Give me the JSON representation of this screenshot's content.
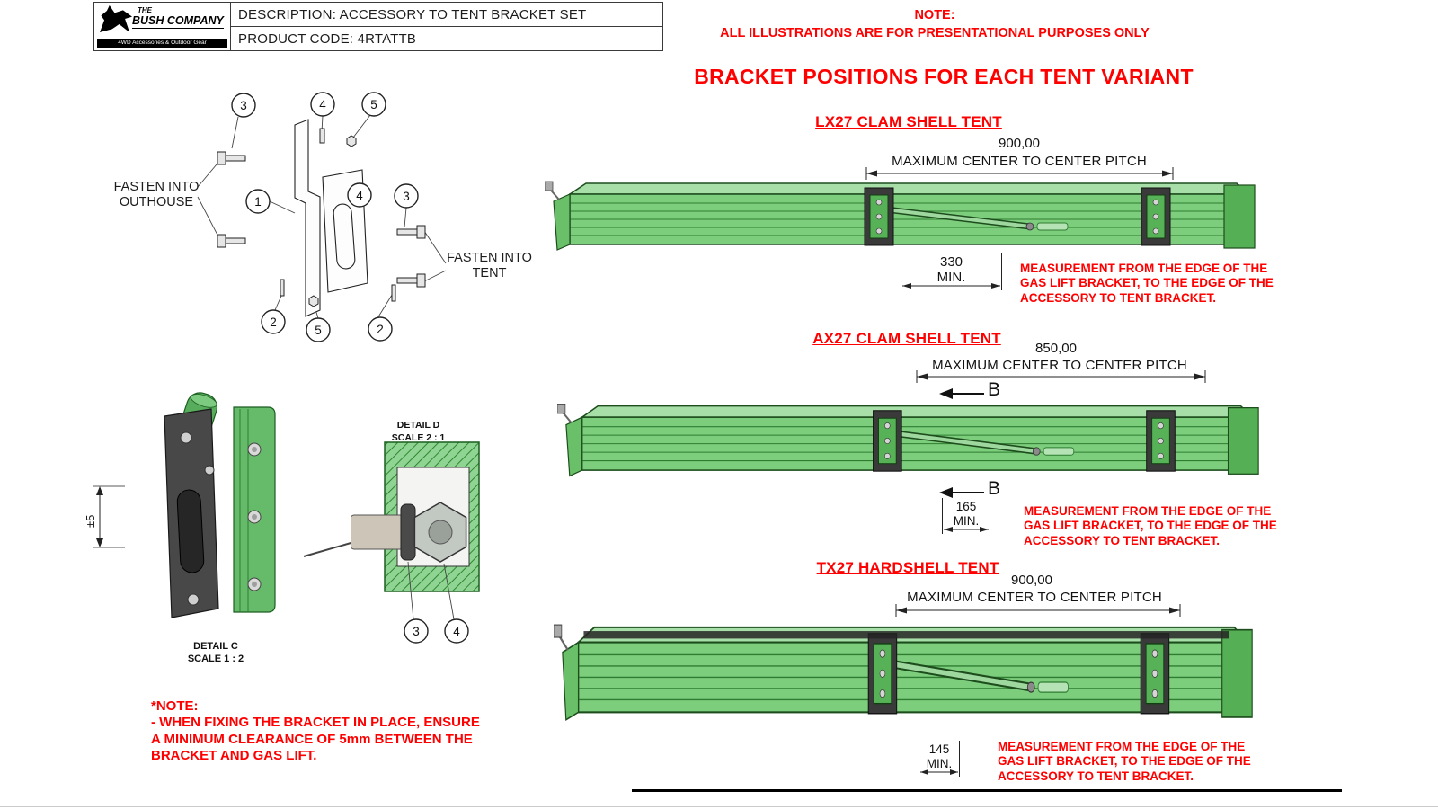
{
  "colors": {
    "accent_red": "#ff0000",
    "cad_green": "#5cb85c"
  },
  "title_block": {
    "brand_the": "THE",
    "brand_name": "BUSH COMPANY",
    "brand_tag": "4WD Accessories & Outdoor Gear",
    "description": "DESCRIPTION: ACCESSORY TO TENT BRACKET SET",
    "product_code": "PRODUCT CODE: 4RTATTB"
  },
  "top_note": {
    "title": "NOTE:",
    "body": "ALL ILLUSTRATIONS ARE FOR PRESENTATIONAL PURPOSES ONLY"
  },
  "main_heading": "BRACKET POSITIONS FOR EACH TENT VARIANT",
  "exploded": {
    "fasten_outhouse": "FASTEN INTO\nOUTHOUSE",
    "fasten_tent": "FASTEN INTO\nTENT",
    "balloons": [
      "3",
      "4",
      "5",
      "1",
      "4",
      "3",
      "2",
      "5",
      "2"
    ]
  },
  "detail_c": {
    "title": "DETAIL C",
    "scale": "SCALE 1 : 2",
    "dim": "±5"
  },
  "detail_d": {
    "title": "DETAIL D",
    "scale": "SCALE 2 : 1",
    "balloons": [
      "3",
      "4"
    ]
  },
  "bottom_note": {
    "title": "*NOTE:",
    "body": "- WHEN FIXING THE BRACKET IN PLACE, ENSURE\nA MINIMUM CLEARANCE OF 5mm BETWEEN THE\nBRACKET AND GAS LIFT."
  },
  "variants": [
    {
      "name": "LX27 CLAM SHELL TENT",
      "pitch_value": "900,00",
      "pitch_label": "MAXIMUM CENTER TO CENTER PITCH",
      "min_value": "330",
      "min_label": "MIN.",
      "section": "",
      "note": "MEASUREMENT FROM THE EDGE OF THE\nGAS LIFT BRACKET, TO THE EDGE OF THE\nACCESSORY TO TENT BRACKET."
    },
    {
      "name": "AX27 CLAM SHELL TENT",
      "pitch_value": "850,00",
      "pitch_label": "MAXIMUM CENTER TO CENTER PITCH",
      "min_value": "165",
      "min_label": "MIN.",
      "section": "B",
      "note": "MEASUREMENT FROM THE EDGE OF THE\nGAS LIFT BRACKET, TO THE EDGE OF THE\nACCESSORY TO TENT BRACKET."
    },
    {
      "name": "TX27 HARDSHELL TENT",
      "pitch_value": "900,00",
      "pitch_label": "MAXIMUM CENTER TO CENTER PITCH",
      "min_value": "145",
      "min_label": "MIN.",
      "section": "",
      "note": "MEASUREMENT FROM THE EDGE OF THE\nGAS LIFT BRACKET, TO THE EDGE OF THE\nACCESSORY TO TENT BRACKET."
    }
  ]
}
